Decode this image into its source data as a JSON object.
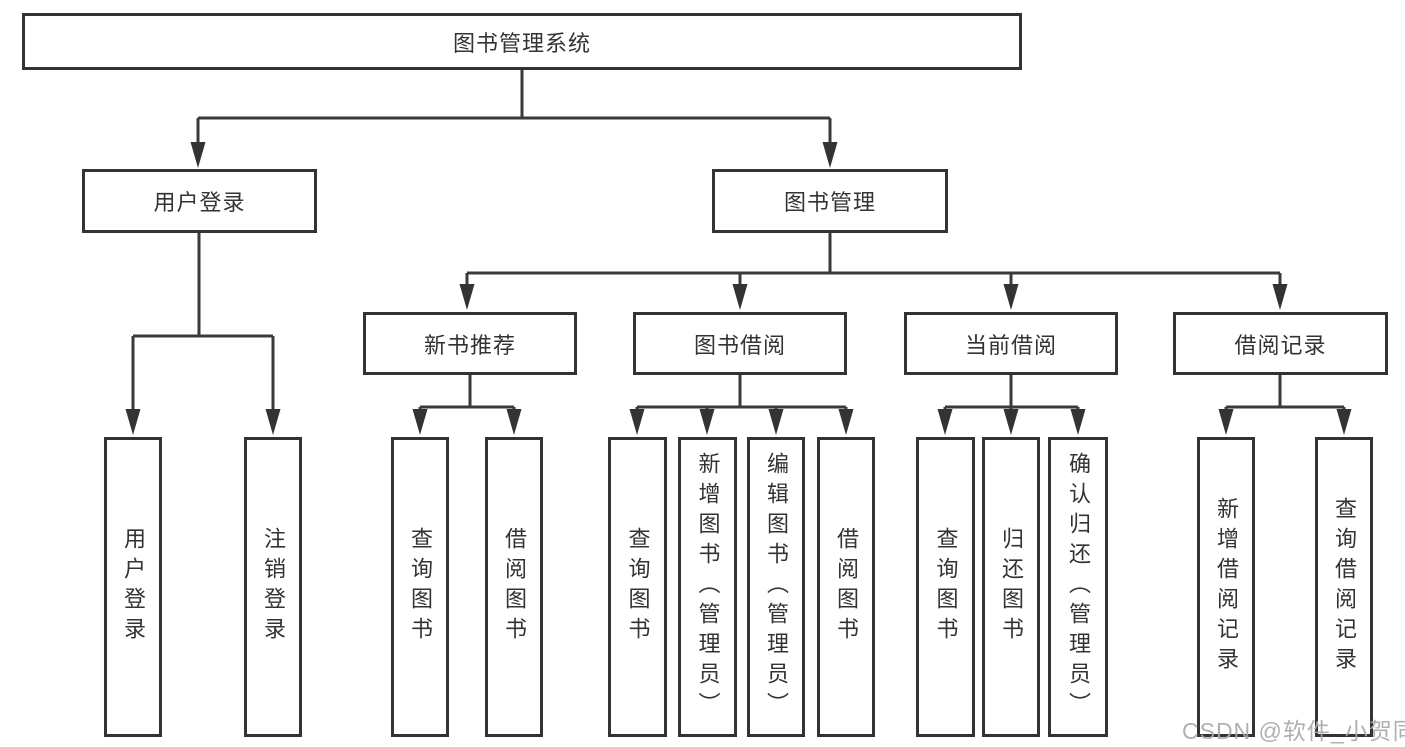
{
  "diagram": {
    "root": {
      "label": "图书管理系统"
    },
    "level2": [
      {
        "id": "user-login",
        "label": "用户登录"
      },
      {
        "id": "book-management",
        "label": "图书管理"
      }
    ],
    "level3": [
      {
        "id": "new-book-recommend",
        "label": "新书推荐",
        "parent": "图书管理"
      },
      {
        "id": "book-borrowing",
        "label": "图书借阅",
        "parent": "图书管理"
      },
      {
        "id": "current-borrowing",
        "label": "当前借阅",
        "parent": "图书管理"
      },
      {
        "id": "borrowing-records",
        "label": "借阅记录",
        "parent": "图书管理"
      }
    ],
    "leaves": [
      {
        "label": "用户登录",
        "parent": "用户登录"
      },
      {
        "label": "注销登录",
        "parent": "用户登录"
      },
      {
        "label": "查询图书",
        "parent": "新书推荐"
      },
      {
        "label": "借阅图书",
        "parent": "新书推荐"
      },
      {
        "label": "查询图书",
        "parent": "图书借阅"
      },
      {
        "label": "新增图书（管理员）",
        "parent": "图书借阅"
      },
      {
        "label": "编辑图书（管理员）",
        "parent": "图书借阅"
      },
      {
        "label": "借阅图书",
        "parent": "图书借阅"
      },
      {
        "label": "查询图书",
        "parent": "当前借阅"
      },
      {
        "label": "归还图书",
        "parent": "当前借阅"
      },
      {
        "label": "确认归还（管理员）",
        "parent": "当前借阅"
      },
      {
        "label": "新增借阅记录",
        "parent": "借阅记录"
      },
      {
        "label": "查询借阅记录",
        "parent": "借阅记录"
      }
    ]
  },
  "watermark": {
    "text": "CSDN @软件_小贺同学"
  },
  "colors": {
    "line": "#3a3a3a",
    "border": "#333333",
    "text": "#333333",
    "watermark": "#aaaaaa",
    "background": "#ffffff"
  }
}
